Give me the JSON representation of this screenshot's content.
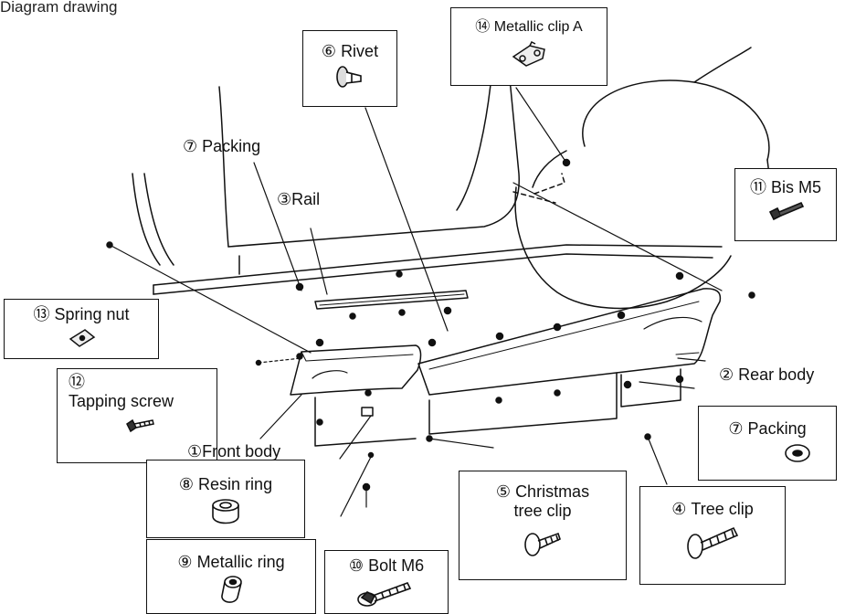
{
  "header": {
    "text": "Diagram drawing"
  },
  "parts": {
    "front_body": {
      "num": "①",
      "name": "Front body"
    },
    "rear_body": {
      "num": "②",
      "name": "Rear body"
    },
    "rail": {
      "num": "③",
      "name": "Rail"
    },
    "tree_clip": {
      "num": "④",
      "name": "Tree clip"
    },
    "xmas_clip": {
      "num": "⑤",
      "name": "Christmas",
      "name2": "tree clip"
    },
    "rivet": {
      "num": "⑥",
      "name": "Rivet"
    },
    "packing_top": {
      "num": "⑦",
      "name": "Packing"
    },
    "packing_box": {
      "num": "⑦",
      "name": "Packing"
    },
    "resin_ring": {
      "num": "⑧",
      "name": "Resin ring"
    },
    "metal_ring": {
      "num": "⑨",
      "name": "Metallic ring"
    },
    "bolt_m6": {
      "num": "⑩",
      "name": "Bolt M6"
    },
    "bis_m5": {
      "num": "⑪",
      "name": "Bis M5"
    },
    "tapping": {
      "num": "⑫",
      "name": "Tapping screw"
    },
    "spring_nut": {
      "num": "⑬",
      "name": "Spring nut"
    },
    "metal_clip_a": {
      "num": "⑭",
      "name": "Metallic clip A"
    }
  }
}
